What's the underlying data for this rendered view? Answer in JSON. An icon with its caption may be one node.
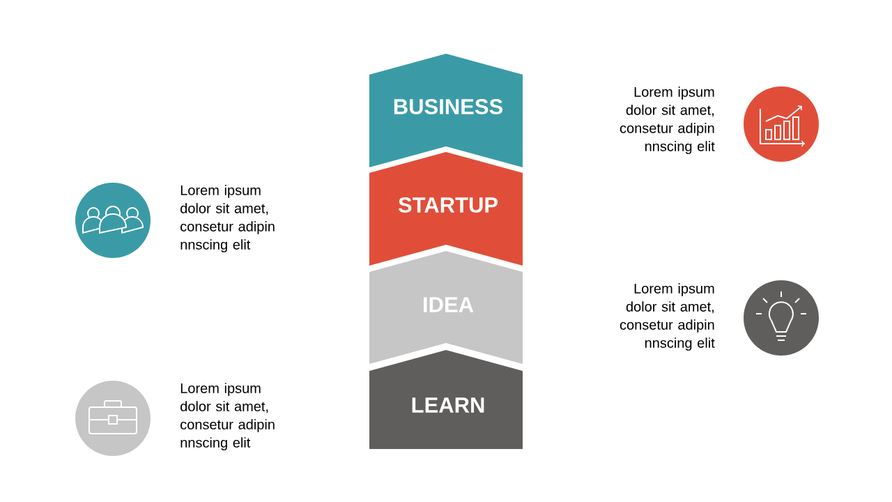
{
  "diagram": {
    "nodes": [
      {
        "text": [
          "BUSINESS"
        ]
      },
      {
        "text": [
          "STARTUP"
        ]
      },
      {
        "text": [
          "IDEA"
        ]
      },
      {
        "text": [
          "LEARN"
        ]
      }
    ],
    "labels": [
      "Lorem ipsum dolor sit amet, consetur adipin nnscing elit",
      "Lorem ipsum dolor sit amet, consetur adipin nnscing elit",
      "Lorem ipsum dolor sit amet, consetur adipin nnscing elit",
      "Lorem ipsum dolor sit amet, consetur adipin nnscing elit"
    ]
  }
}
